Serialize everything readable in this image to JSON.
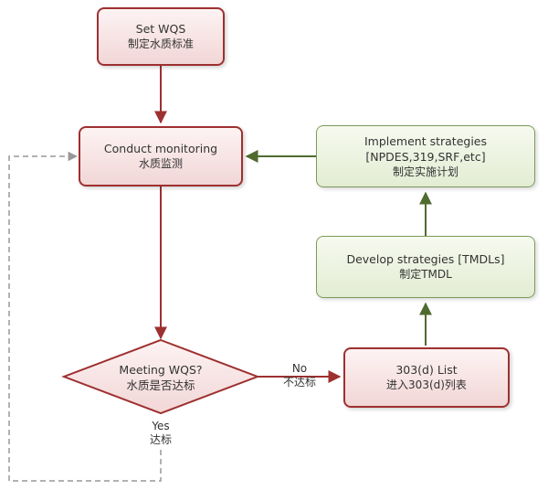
{
  "nodes": {
    "set_wqs": {
      "en": "Set WQS",
      "zh": "制定水质标准"
    },
    "conduct_monitoring": {
      "en": "Conduct  monitoring",
      "zh": "水质监测"
    },
    "implement_strategies": {
      "en": "Implement strategies",
      "detail": "[NPDES,319,SRF,etc]",
      "zh": "制定实施计划"
    },
    "develop_strategies": {
      "en": "Develop strategies [TMDLs]",
      "zh": "制定TMDL"
    },
    "list_303d": {
      "en": "303(d)  List",
      "zh": "进入303(d)列表"
    },
    "meeting_wqs": {
      "en": "Meeting WQS?",
      "zh": "水质是否达标"
    }
  },
  "edges": {
    "no": {
      "en": "No",
      "zh": "不达标"
    },
    "yes": {
      "en": "Yes",
      "zh": "达标"
    }
  },
  "colors": {
    "red_border": "#9e3030",
    "red_fill": "#f2d6d6",
    "green_border": "#7d9a5c",
    "green_fill": "#e3ecd3",
    "dashed_line": "#999999",
    "green_arrow": "#4f6b2f"
  }
}
